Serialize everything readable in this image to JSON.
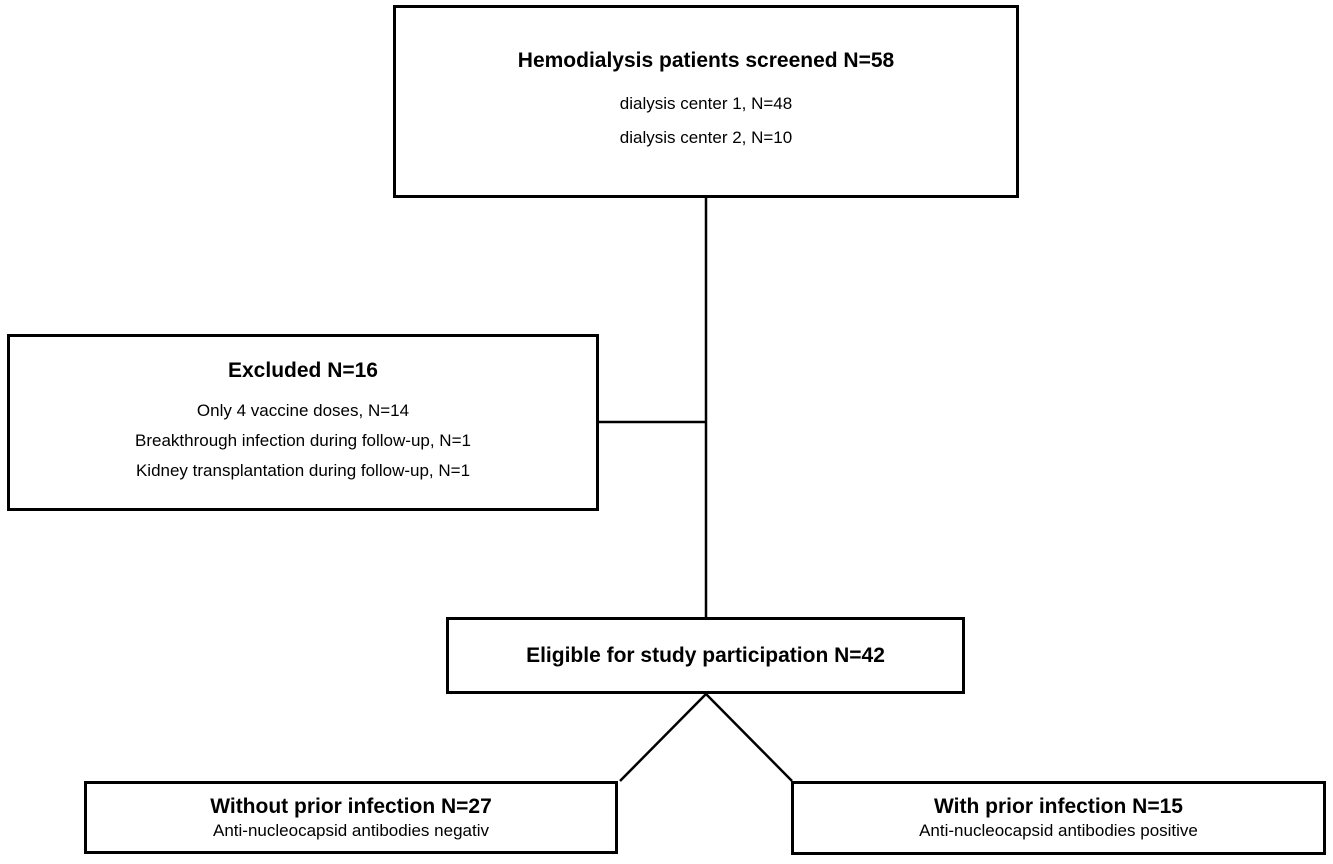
{
  "screened": {
    "title": "Hemodialysis patients screened N=58",
    "lines": [
      "dialysis center 1, N=48",
      "dialysis center 2, N=10"
    ]
  },
  "excluded": {
    "title": "Excluded N=16",
    "lines": [
      "Only 4 vaccine doses, N=14",
      "Breakthrough infection during follow-up, N=1",
      "Kidney transplantation during follow-up, N=1"
    ]
  },
  "eligible": {
    "title": "Eligible for study participation N=42"
  },
  "without_prior": {
    "title": "Without prior infection N=27",
    "subtitle": "Anti-nucleocapsid antibodies negativ"
  },
  "with_prior": {
    "title": "With prior infection N=15",
    "subtitle": "Anti-nucleocapsid antibodies positive"
  },
  "colors": {
    "stroke": "#000000",
    "background": "#ffffff"
  }
}
